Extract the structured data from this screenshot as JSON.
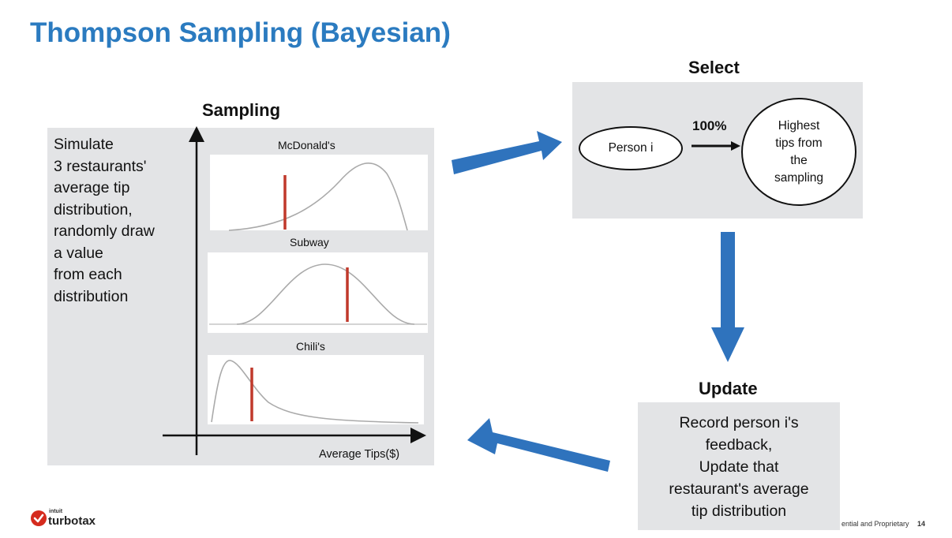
{
  "title": "Thompson Sampling (Bayesian)",
  "sampling": {
    "heading": "Sampling",
    "description_lines": [
      "Simulate",
      "3 restaurants'",
      "average tip",
      "distribution,",
      "randomly draw",
      "a value",
      "from each",
      "distribution"
    ],
    "restaurants": [
      {
        "name": "McDonald's"
      },
      {
        "name": "Subway"
      },
      {
        "name": "Chili's"
      }
    ],
    "x_axis_label": "Average Tips($)",
    "sample_line_color": "#c0392b",
    "curve_color": "#aaaaaa"
  },
  "select": {
    "heading": "Select",
    "person_label": "Person i",
    "percent_label": "100%",
    "target_lines": [
      "Highest",
      "tips from",
      "the",
      "sampling"
    ]
  },
  "update": {
    "heading": "Update",
    "text_lines": [
      "Record person i's",
      "feedback,",
      "Update that",
      "restaurant's average",
      "tip distribution"
    ]
  },
  "footer": {
    "logo_small": "intuit",
    "logo_main": "turbotax",
    "confidential": "ential and Proprietary",
    "page_number": "14"
  },
  "colors": {
    "title_blue": "#2b7bc0",
    "arrow_blue": "#2f73bd",
    "panel_gray": "#e3e4e6"
  }
}
